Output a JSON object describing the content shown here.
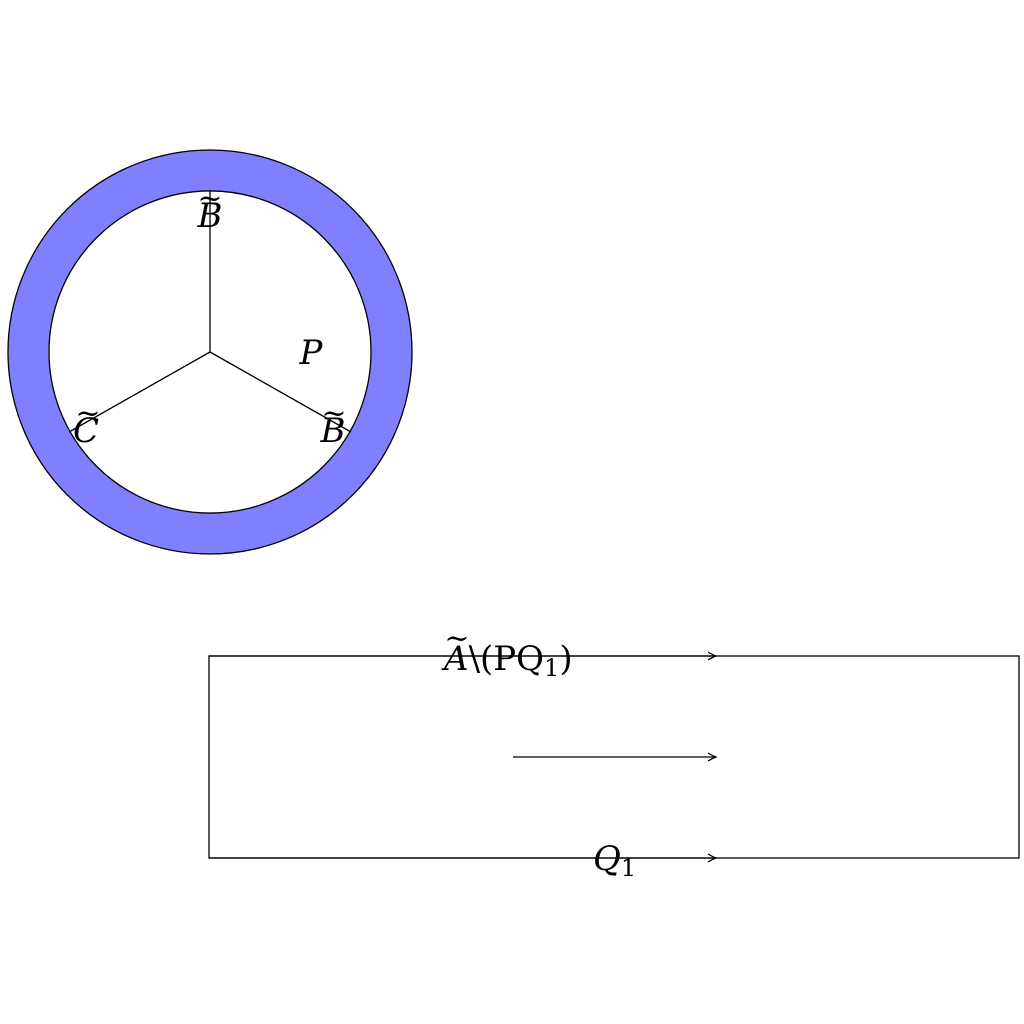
{
  "ring": {
    "fill_color": "#8080ff",
    "stroke_color": "#000000",
    "labels": {
      "top": {
        "base": "B",
        "accent": "~"
      },
      "right": {
        "base": "B",
        "accent": "~"
      },
      "left": {
        "base": "C",
        "accent": "~"
      },
      "inner": "P"
    }
  },
  "rectangle": {
    "top_label": {
      "base": "A",
      "accent": "~",
      "rest": "\\(PQ",
      "subscript": "1",
      "close": ")"
    },
    "bottom_label": {
      "base": "Q",
      "subscript": "1"
    }
  }
}
